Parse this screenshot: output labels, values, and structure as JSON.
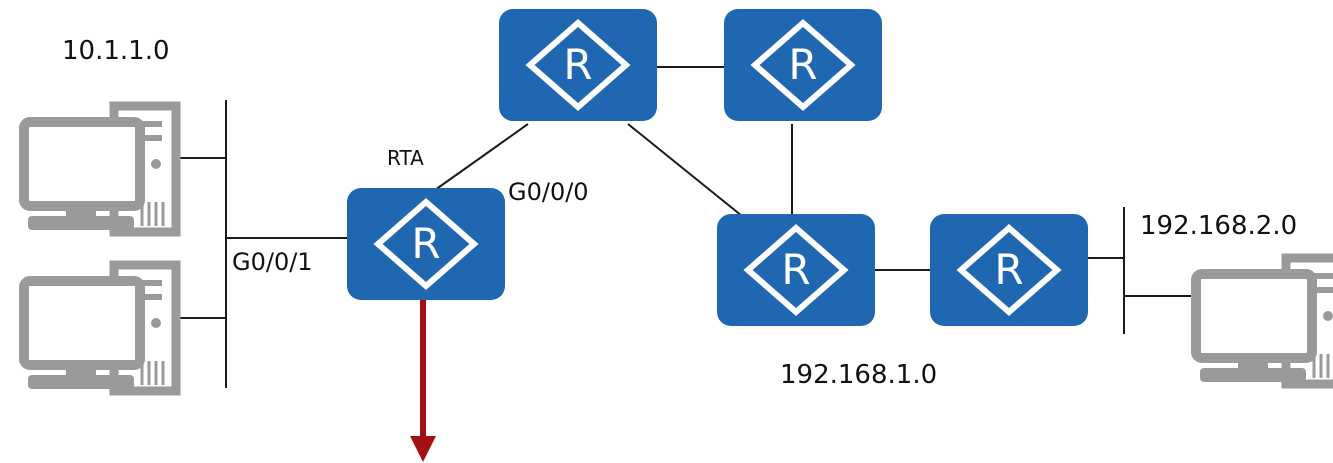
{
  "colors": {
    "router_fill": "#1f67b1",
    "router_symbol": "#ffffff",
    "link": "#1a1a1a",
    "pc": "#9a9a9a",
    "arrow": "#a01212"
  },
  "icons": {
    "router": "router-icon",
    "pc": "desktop-computer-icon"
  },
  "networks": {
    "left_lan": "10.1.1.0",
    "transit": "192.168.1.0",
    "right_lan": "192.168.2.0"
  },
  "router_rta": {
    "name": "RTA",
    "port_upstream": "G0/0/0",
    "port_lan": "G0/0/1"
  },
  "router_symbol": "R"
}
